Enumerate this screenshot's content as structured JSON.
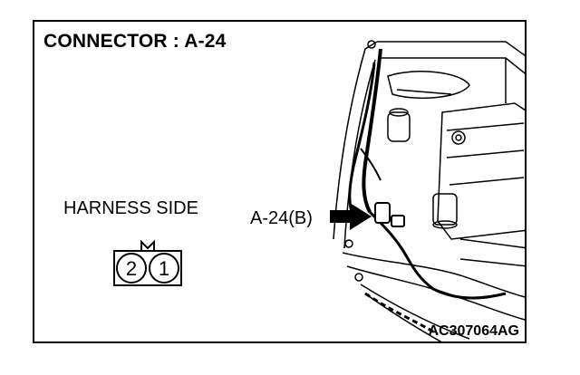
{
  "title": "CONNECTOR : A-24",
  "harness_label": "HARNESS SIDE",
  "callout_label": "A-24(B)",
  "figure_code": "AC307064AG",
  "connector": {
    "pins": [
      "2",
      "1"
    ]
  }
}
